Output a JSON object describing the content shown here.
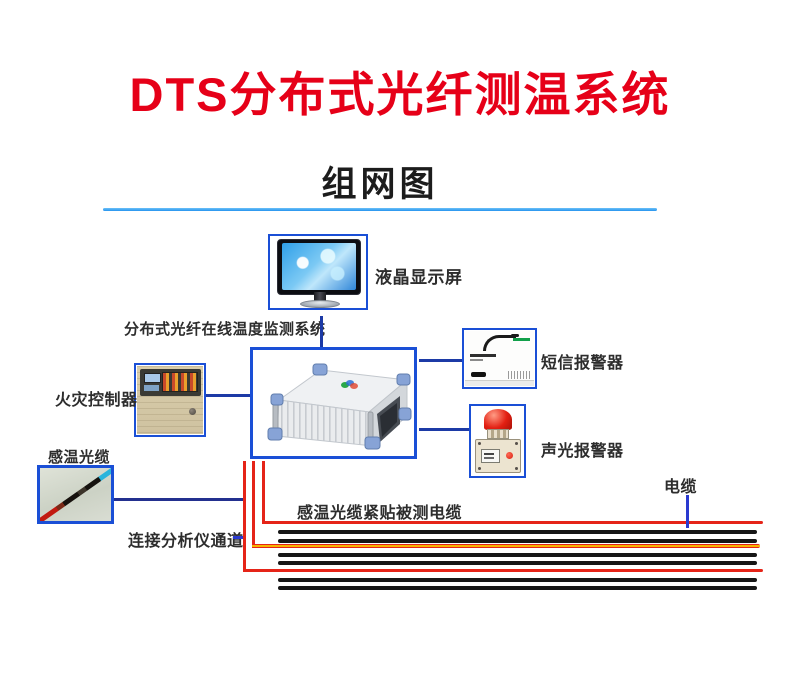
{
  "title": {
    "text": "DTS分布式光纤测温系统"
  },
  "subtitle": {
    "text": "组网图"
  },
  "labels": {
    "monitor": "液晶显示屏",
    "system": "分布式光纤在线温度监测系统",
    "fire_controller": "火灾控制器",
    "sms_alarm": "短信报警器",
    "sound_light_alarm": "声光报警器",
    "sensing_cable": "感温光缆",
    "analyzer_channel": "连接分析仪通道",
    "cable_attach": "感温光缆紧贴被测电缆",
    "power_cable": "电缆"
  },
  "icons": {
    "monitor": "lcd-monitor",
    "analyzer": "dts-rack-unit",
    "fire_controller": "fire-alarm-panel",
    "sms_alarm": "gsm-sms-modem",
    "sound_light_alarm": "beacon-siren",
    "sensing_cable": "fiber-cable-sample"
  },
  "colors": {
    "title_red": "#e60018",
    "rule_blue": "#2593ee",
    "box_blue": "#1a4fd6",
    "connector_navy": "#1c3aa6",
    "connector_dark": "#23308f",
    "pointer_blue": "#2a3ad0",
    "cable_red": "#e52418",
    "cable_orange": "#f7b500",
    "cable_black": "#161616"
  }
}
